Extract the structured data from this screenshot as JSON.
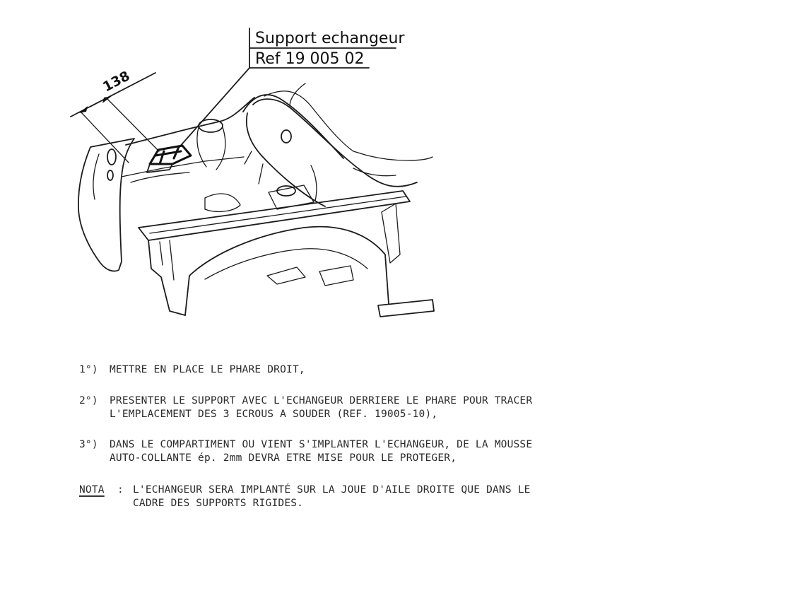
{
  "drawing": {
    "callout_line1": "Support echangeur",
    "callout_line2": "Ref 19 005 02",
    "dimension": "138"
  },
  "steps": [
    {
      "number": "1°)",
      "lines": [
        "METTRE EN PLACE LE PHARE DROIT,"
      ]
    },
    {
      "number": "2°)",
      "lines": [
        "PRESENTER LE SUPPORT AVEC L'ECHANGEUR DERRIERE LE PHARE POUR TRACER",
        "L'EMPLACEMENT DES 3 ECROUS A SOUDER (REF. 19005-10),"
      ]
    },
    {
      "number": "3°)",
      "lines": [
        "DANS LE COMPARTIMENT OU VIENT S'IMPLANTER L'ECHANGEUR, DE LA MOUSSE",
        "AUTO-COLLANTE ép. 2mm DEVRA ETRE MISE POUR LE PROTEGER,"
      ]
    }
  ],
  "nota": {
    "label": "NOTA",
    "separator": ":",
    "lines": [
      "L'ECHANGEUR SERA IMPLANTÉ SUR LA JOUE D'AILE DROITE QUE DANS LE",
      "CADRE DES SUPPORTS RIGIDES."
    ]
  }
}
